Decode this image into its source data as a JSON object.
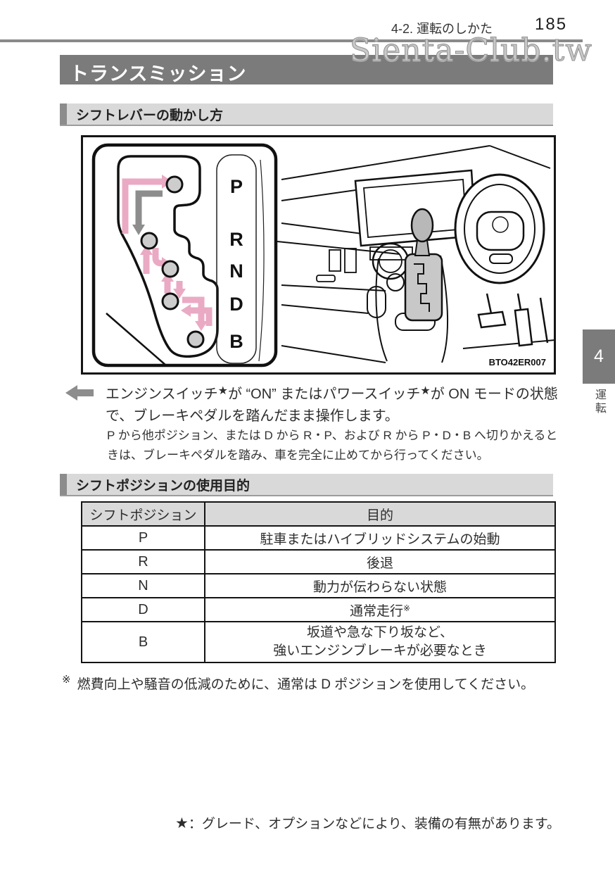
{
  "header": {
    "breadcrumb": "4-2. 運転のしかた",
    "page_number": "185",
    "watermark": "Sienta-Club.tw"
  },
  "title": "トランスミッション",
  "side_tab": {
    "number": "4",
    "label": "運転"
  },
  "shift_section": {
    "heading": "シフトレバーの動かし方",
    "figure": {
      "code": "BTO42ER007",
      "positions": [
        "P",
        "R",
        "N",
        "D",
        "B"
      ]
    },
    "lead": {
      "part1": "エンジンスイッチ",
      "star1": "★",
      "part2": "が “ON” またはパワースイッチ",
      "star2": "★",
      "part3": "が ON モードの状態で、ブレーキペダルを踏んだまま操作します。"
    },
    "note": "P から他ポジション、または D から R・P、および R から P・D・B へ切りかえるときは、ブレーキペダルを踏み、車を完全に止めてから行ってください。"
  },
  "purpose_section": {
    "heading": "シフトポジションの使用目的",
    "table": {
      "col1": "シフトポジション",
      "col2": "目的",
      "rows": [
        {
          "position": "P",
          "purpose": "駐車またはハイブリッドシステムの始動"
        },
        {
          "position": "R",
          "purpose": "後退"
        },
        {
          "position": "N",
          "purpose": "動力が伝わらない状態"
        },
        {
          "position": "D",
          "purpose": "通常走行",
          "purpose_superscript": "※"
        },
        {
          "position": "B",
          "purpose": "坂道や急な下り坂など、",
          "purpose_line2": "強いエンジンブレーキが必要なとき"
        }
      ]
    },
    "footnote": {
      "marker": "※",
      "text": "燃費向上や騒音の低減のために、通常は D ポジションを使用してください。"
    }
  },
  "star_note": {
    "marker": "★",
    "text": "：グレード、オプションなどにより、装備の有無があります。"
  },
  "colors": {
    "bar_dark": "#7b7b7b",
    "bar_light": "#d9d9d9",
    "arrow_pink": "#eaaac4",
    "arrow_gray": "#8d8d8d"
  }
}
